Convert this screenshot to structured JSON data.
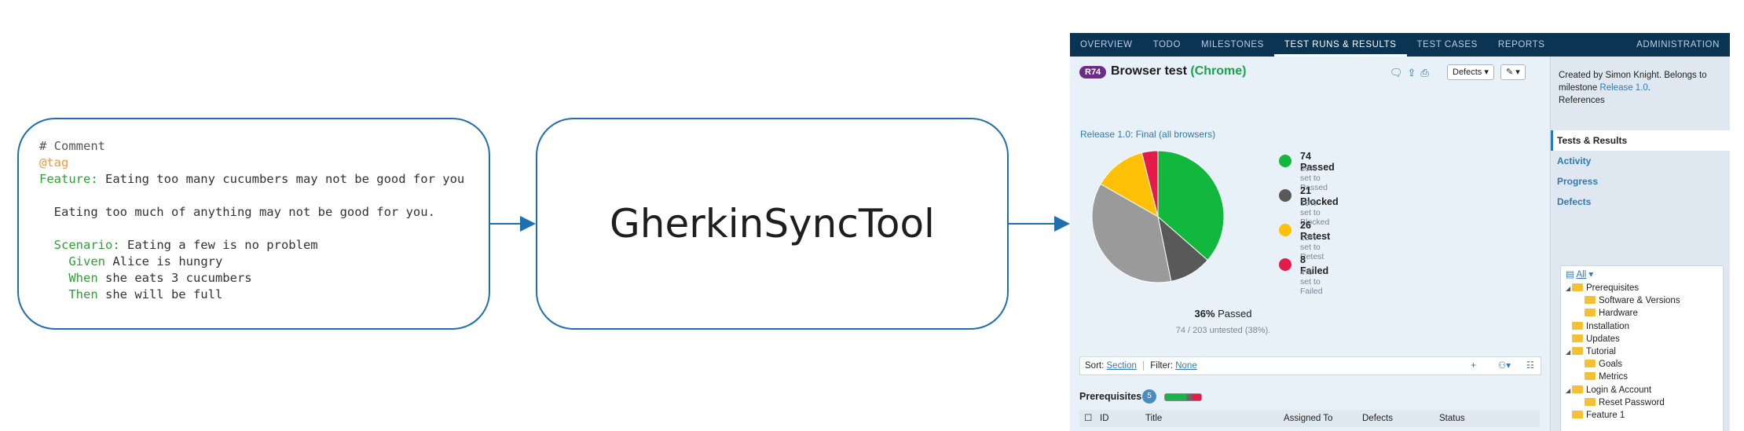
{
  "diagram": {
    "code_lines": [
      {
        "parts": [
          {
            "t": "# Comment",
            "c": "cmt"
          }
        ]
      },
      {
        "parts": [
          {
            "t": "@tag",
            "c": "tag"
          }
        ]
      },
      {
        "parts": [
          {
            "t": "Feature:",
            "c": "kw"
          },
          {
            "t": " Eating too many cucumbers may not be good for you",
            "c": ""
          }
        ]
      },
      {
        "parts": [
          {
            "t": " ",
            "c": ""
          }
        ]
      },
      {
        "parts": [
          {
            "t": "  Eating too much of anything may not be good for you.",
            "c": ""
          }
        ]
      },
      {
        "parts": [
          {
            "t": " ",
            "c": ""
          }
        ]
      },
      {
        "parts": [
          {
            "t": "  Scenario:",
            "c": "kw"
          },
          {
            "t": " Eating a few is no problem",
            "c": ""
          }
        ]
      },
      {
        "parts": [
          {
            "t": "    Given",
            "c": "kw"
          },
          {
            "t": " Alice is hungry",
            "c": ""
          }
        ]
      },
      {
        "parts": [
          {
            "t": "    When",
            "c": "kw"
          },
          {
            "t": " she eats 3 cucumbers",
            "c": ""
          }
        ]
      },
      {
        "parts": [
          {
            "t": "    Then",
            "c": "kw"
          },
          {
            "t": " she will be full",
            "c": ""
          }
        ]
      }
    ],
    "tool_label": "GherkinSyncTool"
  },
  "app": {
    "nav_tabs": [
      "OVERVIEW",
      "TODO",
      "MILESTONES",
      "TEST RUNS & RESULTS",
      "TEST CASES",
      "REPORTS"
    ],
    "nav_active": "TEST RUNS & RESULTS",
    "nav_admin": "ADMINISTRATION",
    "run_badge": "R74",
    "run_title": "Browser test",
    "run_env": "(Chrome)",
    "defects_dropdown": "Defects",
    "milestone_link": "Release 1.0: Final (all browsers)",
    "legend": [
      {
        "label": "74 Passed",
        "sub": "36% set to Passed",
        "color": "#12b83d"
      },
      {
        "label": "21 Blocked",
        "sub": "10% set to Blocked",
        "color": "#595959"
      },
      {
        "label": "26 Retest",
        "sub": "13% set to Retest",
        "color": "#ffc107"
      },
      {
        "label": "8 Failed",
        "sub": "4% set to Failed",
        "color": "#e51c4b"
      }
    ],
    "untested_color": "#9a9a9a",
    "summary_pct": "36%",
    "summary_label": "Passed",
    "untested_text": "74 / 203 untested (38%).",
    "sort_label": "Sort:",
    "sort_value": "Section",
    "filter_label": "Filter:",
    "filter_value": "None",
    "section_title": "Prerequisites",
    "section_count": "5",
    "columns": [
      "ID",
      "Title",
      "Assigned To",
      "Defects",
      "Status"
    ],
    "side_created": "Created by Simon Knight. Belongs to milestone",
    "side_milestone": "Release 1.0",
    "side_refs": "References",
    "side_links": [
      "Tests & Results",
      "Activity",
      "Progress",
      "Defects"
    ],
    "tree_filter": "All",
    "tree": [
      {
        "label": "Prerequisites",
        "level": 0,
        "tri": "◢"
      },
      {
        "label": "Software & Versions",
        "level": 1,
        "tri": ""
      },
      {
        "label": "Hardware",
        "level": 1,
        "tri": ""
      },
      {
        "label": "Installation",
        "level": 0,
        "tri": ""
      },
      {
        "label": "Updates",
        "level": 0,
        "tri": ""
      },
      {
        "label": "Tutorial",
        "level": 0,
        "tri": "◢"
      },
      {
        "label": "Goals",
        "level": 1,
        "tri": ""
      },
      {
        "label": "Metrics",
        "level": 1,
        "tri": ""
      },
      {
        "label": "Login & Account",
        "level": 0,
        "tri": "◢"
      },
      {
        "label": "Reset Password",
        "level": 1,
        "tri": ""
      },
      {
        "label": "Feature 1",
        "level": 0,
        "tri": ""
      }
    ]
  },
  "chart_data": {
    "type": "pie",
    "slices": [
      {
        "label": "Passed",
        "value": 74,
        "color": "#12b83d"
      },
      {
        "label": "Blocked",
        "value": 21,
        "color": "#595959"
      },
      {
        "label": "Untested",
        "value": 74,
        "color": "#9a9a9a"
      },
      {
        "label": "Retest",
        "value": 26,
        "color": "#ffc107"
      },
      {
        "label": "Failed",
        "value": 8,
        "color": "#e51c4b"
      }
    ]
  }
}
